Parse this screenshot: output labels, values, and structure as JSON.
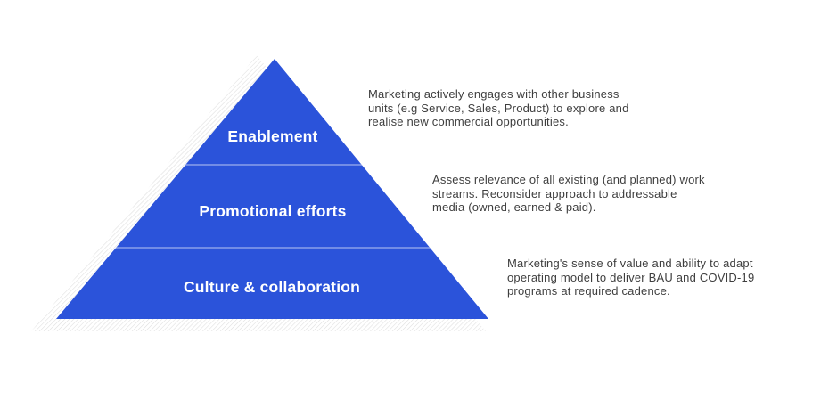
{
  "colors": {
    "background": "#ffffff",
    "pyramid": "#2b53da",
    "divider": "rgba(255,255,255,0.45)",
    "hatch": "#dedede",
    "label_text": "#ffffff",
    "description_text": "#3e3e3e"
  },
  "pyramid": {
    "levels": [
      {
        "label": "Enablement",
        "description": "Marketing actively engages with other business\nunits (e.g Service, Sales, Product) to explore and\nrealise new commercial opportunities."
      },
      {
        "label": "Promotional efforts",
        "description": "Assess relevance of all existing (and planned) work\nstreams. Reconsider approach to addressable\nmedia (owned, earned & paid)."
      },
      {
        "label": "Culture & collaboration",
        "description": "Marketing's sense of value and ability to adapt\noperating model to deliver BAU and COVID-19\nprograms at required cadence."
      }
    ]
  }
}
